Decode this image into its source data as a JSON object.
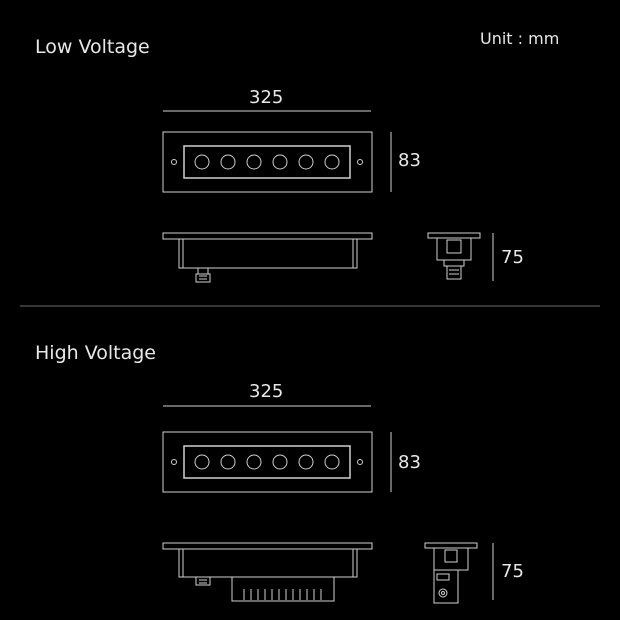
{
  "unit_label": "Unit : mm",
  "sections": [
    {
      "title": "Low Voltage",
      "dimensions": {
        "length": "325",
        "width": "83",
        "height": "75"
      },
      "led_count": 6
    },
    {
      "title": "High Voltage",
      "dimensions": {
        "length": "325",
        "width": "83",
        "height": "75"
      },
      "led_count": 6
    }
  ],
  "colors": {
    "background": "#000000",
    "line": "#cfcfcf",
    "text": "#e8e8e8"
  }
}
